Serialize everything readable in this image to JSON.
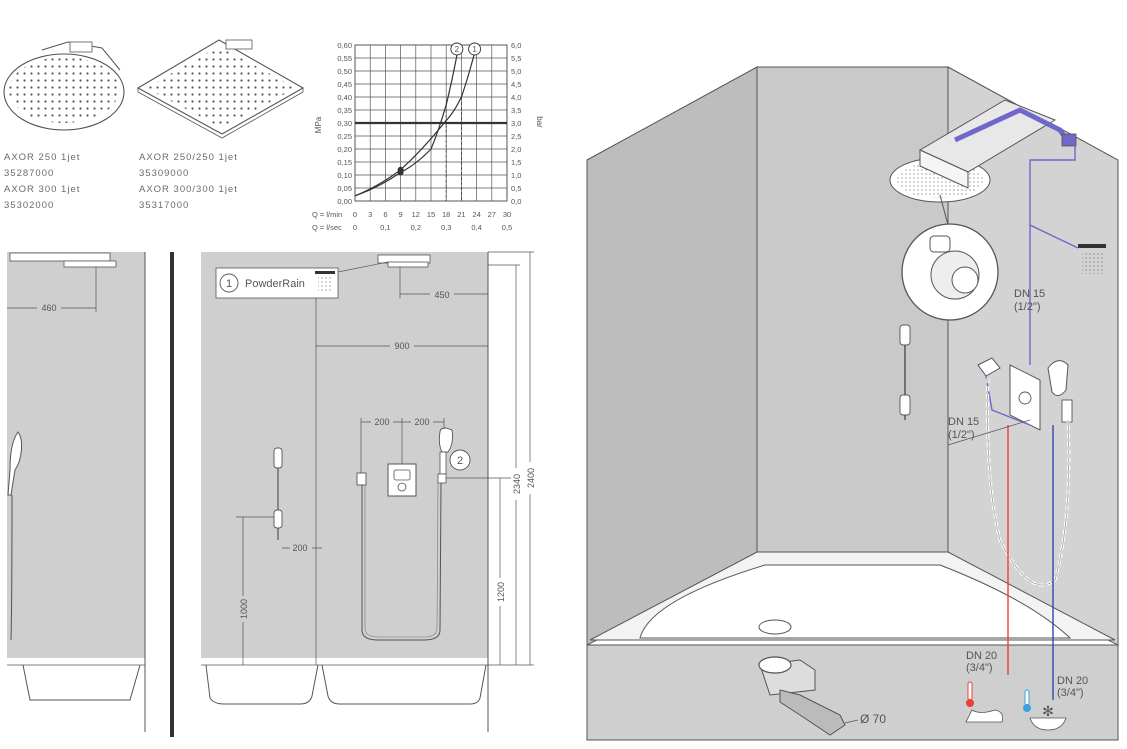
{
  "products": [
    {
      "name": "AXOR 250 1jet",
      "code": "35287000"
    },
    {
      "name": "AXOR 300 1jet",
      "code": "35302000"
    },
    {
      "name": "AXOR 250/250 1jet",
      "code": "35309000"
    },
    {
      "name": "AXOR 300/300 1jet",
      "code": "35317000"
    }
  ],
  "flow_chart": {
    "left_unit": "MPa",
    "right_unit": "bar",
    "left_ticks": [
      "0,60",
      "0,55",
      "0,50",
      "0,45",
      "0,40",
      "0,35",
      "0,30",
      "0,25",
      "0,20",
      "0,15",
      "0,10",
      "0,05",
      "0,00"
    ],
    "right_ticks": [
      "6,0",
      "5,5",
      "5,0",
      "4,5",
      "4,0",
      "3,5",
      "3,0",
      "2,5",
      "2,0",
      "1,5",
      "1,0",
      "0,5",
      "0,0"
    ],
    "x1_label": "Q = l/min",
    "x1_ticks": [
      "0",
      "3",
      "6",
      "9",
      "12",
      "15",
      "18",
      "21",
      "24",
      "27",
      "30"
    ],
    "x2_label": "Q = l/sec",
    "x2_ticks": [
      "0",
      "0,1",
      "0,2",
      "0,3",
      "0,4",
      "0,5"
    ],
    "curve_labels": [
      "1",
      "2"
    ]
  },
  "chart_data": {
    "type": "line",
    "xlabel": "Q = l/min",
    "ylabel": "MPa",
    "xlim": [
      0,
      30
    ],
    "ylim": [
      0,
      0.6
    ],
    "reference_pressure": 0.3,
    "series": [
      {
        "name": "1",
        "x": [
          0,
          9,
          18,
          21,
          24
        ],
        "y": [
          0.02,
          0.12,
          0.31,
          0.4,
          0.6
        ]
      },
      {
        "name": "2",
        "x": [
          0,
          9,
          15,
          18,
          20.5
        ],
        "y": [
          0.02,
          0.11,
          0.2,
          0.37,
          0.6
        ]
      }
    ]
  },
  "elevation": {
    "dim_460": "460",
    "callout_1_number": "1",
    "callout_1_text": "PowderRain",
    "dim_450": "450",
    "dim_900": "900",
    "dim_200_a": "200",
    "dim_200_b": "200",
    "callout_2_number": "2",
    "dim_200_c": "200",
    "dim_1000": "1000",
    "dim_1200": "1200",
    "dim_2340": "2340",
    "dim_2400": "2400"
  },
  "isometric": {
    "pipe_top": "DN 15\n(1/2\")",
    "pipe_mid": "DN 15\n(1/2\")",
    "hot_supply": "DN 20\n(3/4\")",
    "cold_supply": "DN 20\n(3/4\")",
    "drain_diameter": "Ø 70"
  },
  "colors": {
    "wall": "#cfcfcf",
    "wall_dark": "#bdbdbd",
    "line": "#555555",
    "hot": "#e8403a",
    "cold": "#3345b5",
    "hose_purple": "#7068c8"
  }
}
